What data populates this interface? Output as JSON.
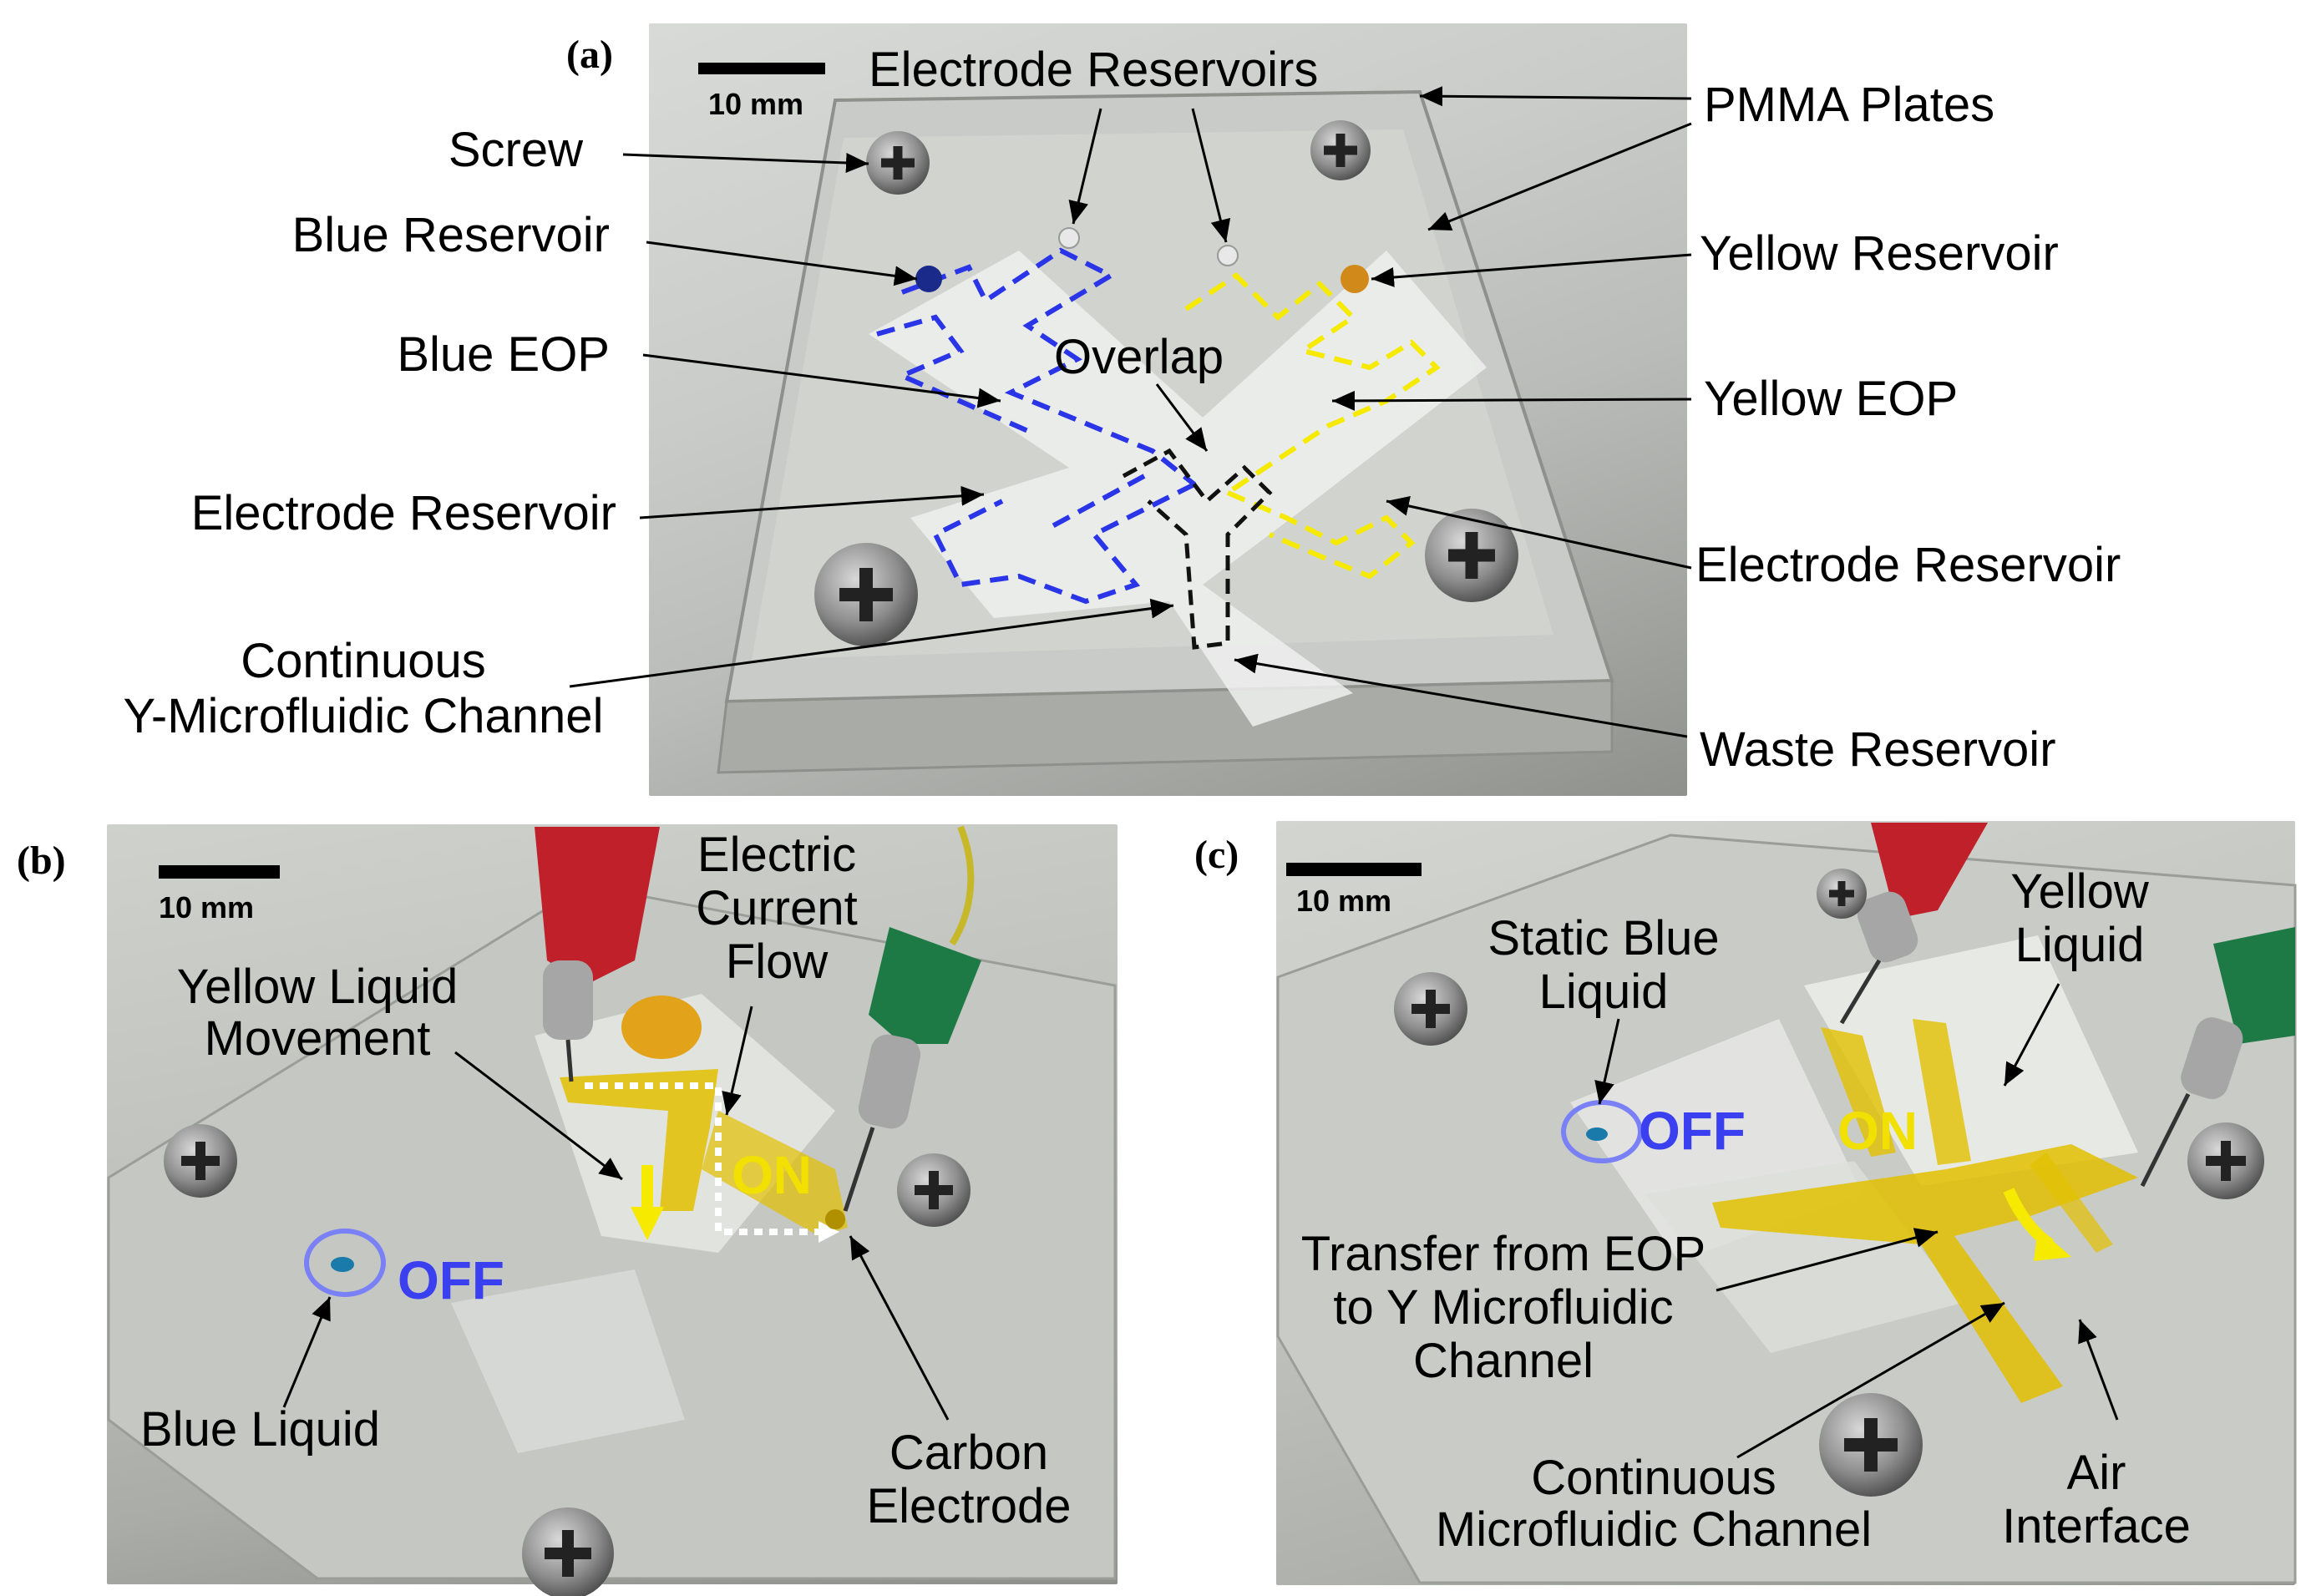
{
  "panel_a": {
    "letter": "(a)",
    "scale": "10 mm",
    "labels": {
      "electrode_reservoirs": "Electrode Reservoirs",
      "pmma_plates": "PMMA Plates",
      "screw": "Screw",
      "blue_reservoir": "Blue Reservoir",
      "yellow_reservoir": "Yellow Reservoir",
      "blue_eop": "Blue EOP",
      "overlap": "Overlap",
      "yellow_eop": "Yellow EOP",
      "electrode_reservoir_left": "Electrode Reservoir",
      "electrode_reservoir_right": "Electrode Reservoir",
      "continuous_line1": "Continuous",
      "continuous_line2": "Y-Microfluidic Channel",
      "waste_reservoir": "Waste Reservoir"
    }
  },
  "panel_b": {
    "letter": "(b)",
    "scale": "10 mm",
    "labels": {
      "electric_line1": "Electric",
      "electric_line2": "Current",
      "electric_line3": "Flow",
      "yellow_move_line1": "Yellow Liquid",
      "yellow_move_line2": "Movement",
      "on": "ON",
      "off": "OFF",
      "blue_liquid": "Blue Liquid",
      "carbon_line1": "Carbon",
      "carbon_line2": "Electrode"
    }
  },
  "panel_c": {
    "letter": "(c)",
    "scale": "10 mm",
    "labels": {
      "static_line1": "Static Blue",
      "static_line2": "Liquid",
      "yellow_line1": "Yellow",
      "yellow_line2": "Liquid",
      "off": "OFF",
      "on": "ON",
      "transfer_line1": "Transfer from EOP",
      "transfer_line2": "to Y Microfluidic",
      "transfer_line3": "Channel",
      "continuous_line1": "Continuous",
      "continuous_line2": "Microfluidic Channel",
      "air_line1": "Air",
      "air_line2": "Interface"
    }
  },
  "colors": {
    "blue_path": "#2b35e8",
    "yellow_path": "#f5ea00",
    "y_channel": "#111111",
    "yellow_liquid": "#e2c000",
    "red_clip": "#c0202a",
    "green_clip": "#1e7a45"
  }
}
